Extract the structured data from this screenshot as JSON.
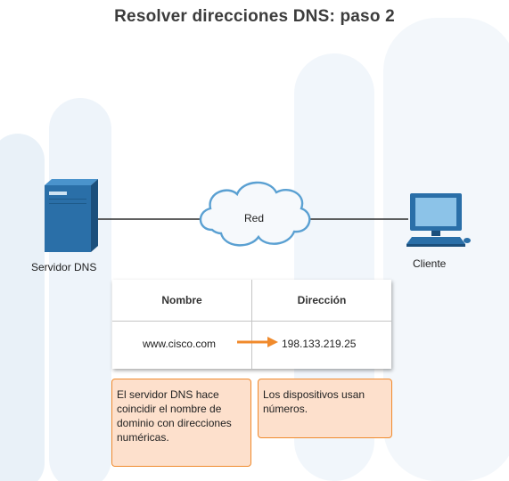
{
  "title": "Resolver direcciones DNS: paso 2",
  "nodes": {
    "server_label": "Servidor DNS",
    "cloud_label": "Red",
    "client_label": "Cliente"
  },
  "table": {
    "headers": [
      "Nombre",
      "Dirección"
    ],
    "row": {
      "name": "www.cisco.com",
      "address": "198.133.219.25"
    }
  },
  "notes": {
    "left": "El servidor DNS hace coincidir el nombre de dominio con direcciones numéricas.",
    "right": "Los dispositivos usan números."
  },
  "colors": {
    "accent": "#f08a2c",
    "note_fill": "#fde0cc",
    "device_blue": "#2a6fa8",
    "link": "#2b2b2b"
  }
}
